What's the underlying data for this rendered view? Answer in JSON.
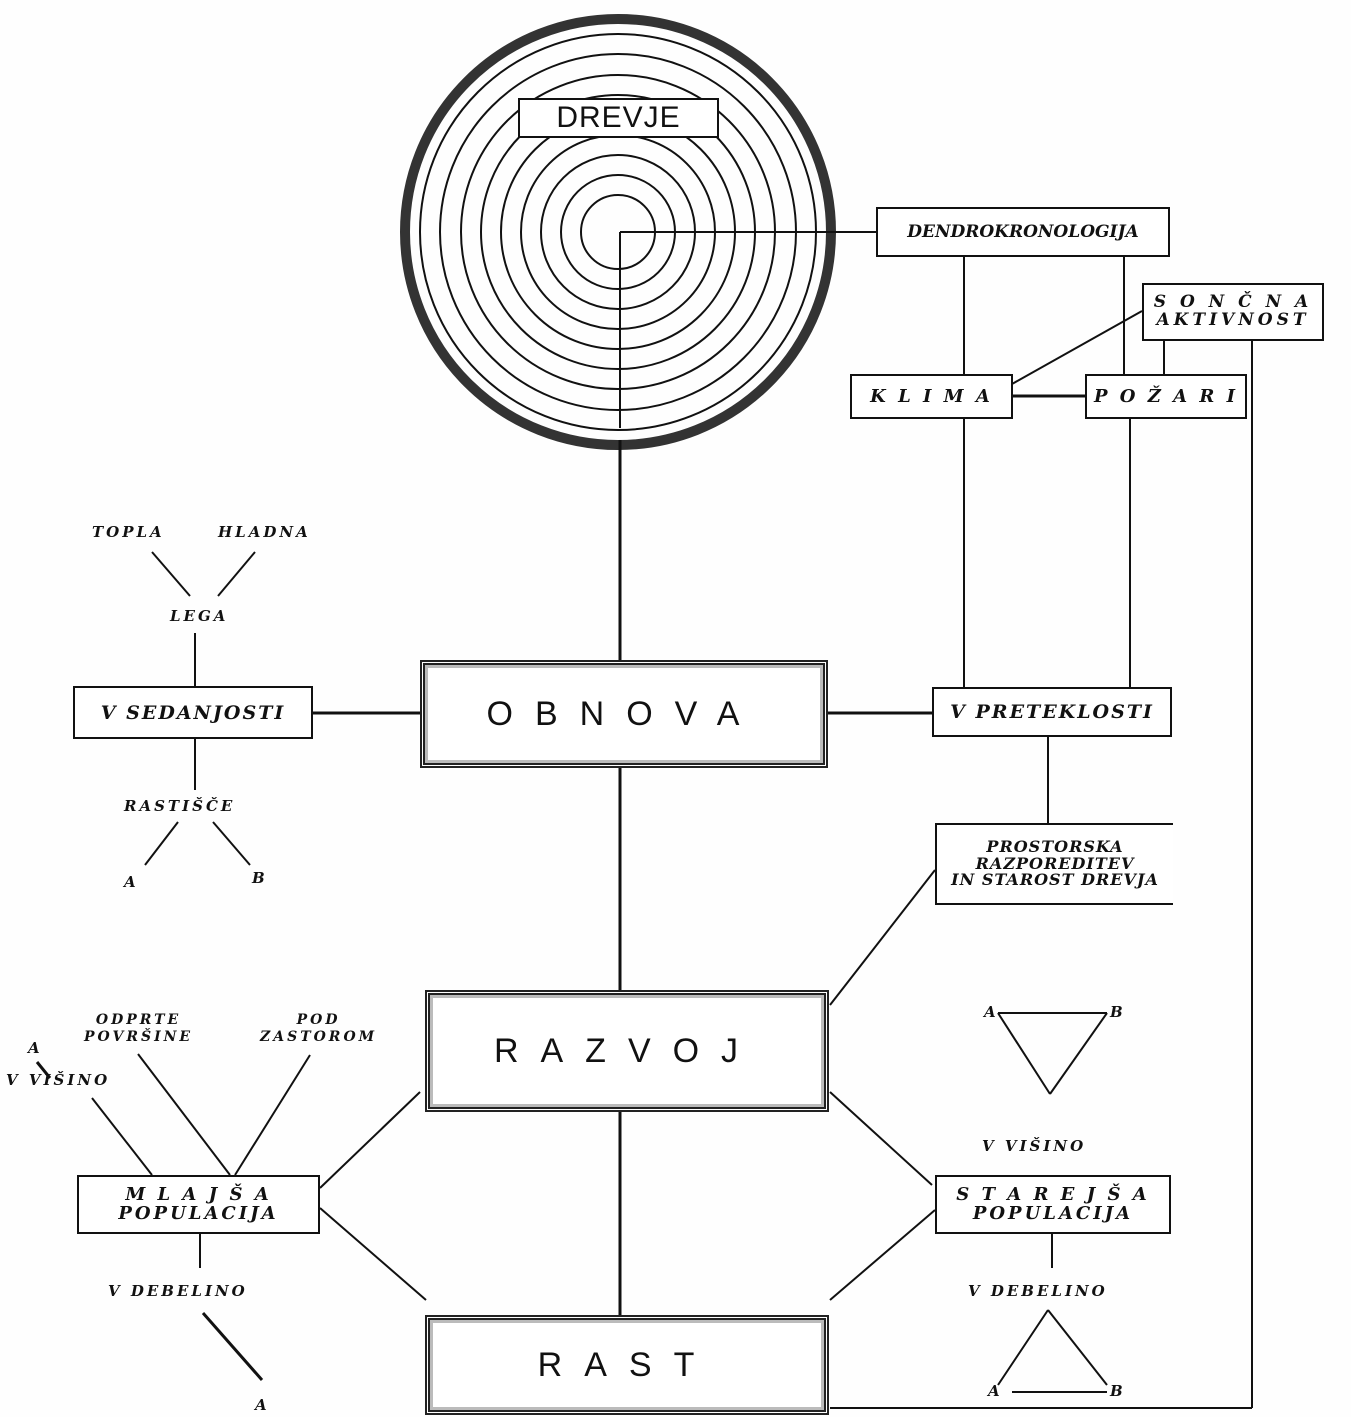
{
  "tree_disc": {
    "title": "DREVJE"
  },
  "boxes": {
    "dendro": "DENDROKRONOLOGIJA",
    "soncna_1": "S O N Č N A",
    "soncna_2": "AKTIVNOST",
    "klima": "K L I M A",
    "pozari": "P O Ž A R I",
    "sedanjost": "V SEDANJOSTI",
    "obnova": "OBNOVA",
    "preteklost": "V PRETEKLOSTI",
    "prostorska_1": "PROSTORSKA",
    "prostorska_2": "RAZPOREDITEV",
    "prostorska_3": "IN STAROST DREVJA",
    "razvoj": "RAZVOJ",
    "rast": "RAST",
    "mlajsa_1": "M L A J Š A",
    "mlajsa_2": "POPULACIJA",
    "starejsa_1": "S T A R E J Š A",
    "starejsa_2": "POPULACIJA"
  },
  "labels": {
    "topla": "TOPLA",
    "hladna": "HLADNA",
    "lega": "LEGA",
    "rastisce": "RASTIŠČE",
    "rastisce_a": "A",
    "rastisce_b": "B",
    "odprte_1": "ODPRTE",
    "odprte_2": "POVRŠINE",
    "pod_1": "POD",
    "pod_2": "ZASTOROM",
    "visino_a": "A",
    "v_visino_left": "V VIŠINO",
    "v_debelino_left": "V DEBELINO",
    "debelino_a": "A",
    "tri_top_a": "A",
    "tri_top_b": "B",
    "v_visino_right": "V VIŠINO",
    "v_debelino_right": "V DEBELINO",
    "tri_bot_a": "A",
    "tri_bot_b": "B"
  }
}
